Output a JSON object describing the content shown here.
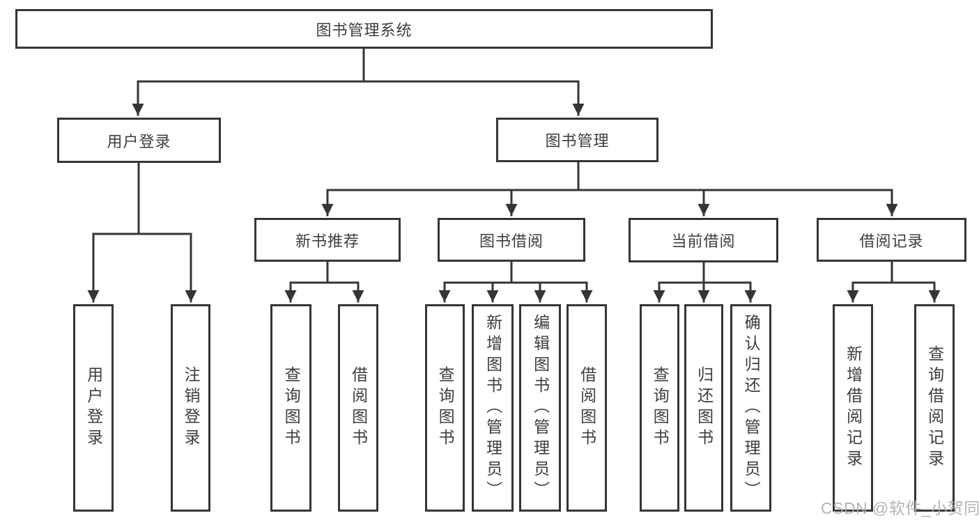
{
  "tree": {
    "label": "图书管理系统",
    "children": [
      {
        "label": "用户登录",
        "children": [
          {
            "label": "用户登录"
          },
          {
            "label": "注销登录"
          }
        ]
      },
      {
        "label": "图书管理",
        "children": [
          {
            "label": "新书推荐",
            "children": [
              {
                "label": "查询图书"
              },
              {
                "label": "借阅图书"
              }
            ]
          },
          {
            "label": "图书借阅",
            "children": [
              {
                "label": "查询图书"
              },
              {
                "label": "新增图书（管理员）"
              },
              {
                "label": "编辑图书（管理员）"
              },
              {
                "label": "借阅图书"
              }
            ]
          },
          {
            "label": "当前借阅",
            "children": [
              {
                "label": "查询图书"
              },
              {
                "label": "归还图书"
              },
              {
                "label": "确认归还（管理员）"
              }
            ]
          },
          {
            "label": "借阅记录",
            "children": [
              {
                "label": "新增借阅记录"
              },
              {
                "label": "查询借阅记录"
              }
            ]
          }
        ]
      }
    ]
  },
  "watermark": {
    "text": "CSDN @软件_小贺同学"
  },
  "colors": {
    "line": "#353535",
    "text": "#3d3d3d",
    "background": "#ffffff",
    "watermark": "#acacac"
  }
}
